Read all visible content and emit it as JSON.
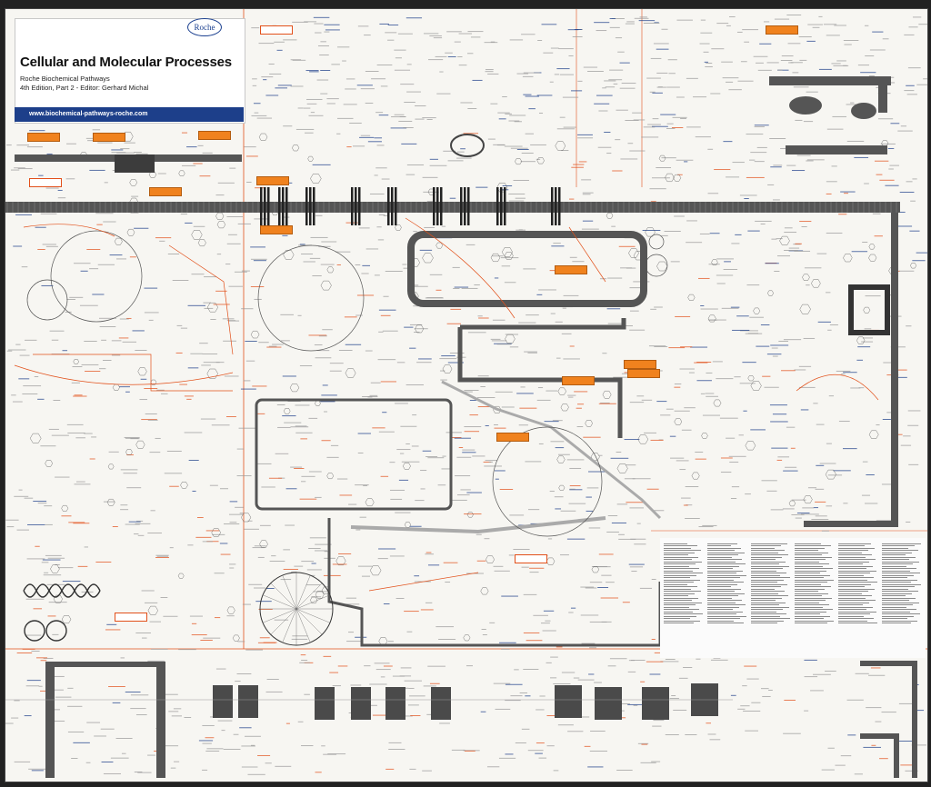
{
  "poster": {
    "logo_text": "Roche",
    "title": "Cellular and Molecular Processes",
    "subtitle_line1": "Roche Biochemical Pathways",
    "subtitle_line2": "4th Edition, Part 2 - Editor: Gerhard Michal",
    "url": "www.biochemical-pathways-roche.com"
  },
  "colors": {
    "paper": "#f7f6f2",
    "membrane": "#555555",
    "pathway_red": "#e2501a",
    "accent_orange": "#f0821e",
    "ink_blue": "#1d3f8a",
    "ink_black": "#222222"
  },
  "icons": [
    "roche-logo-icon"
  ]
}
